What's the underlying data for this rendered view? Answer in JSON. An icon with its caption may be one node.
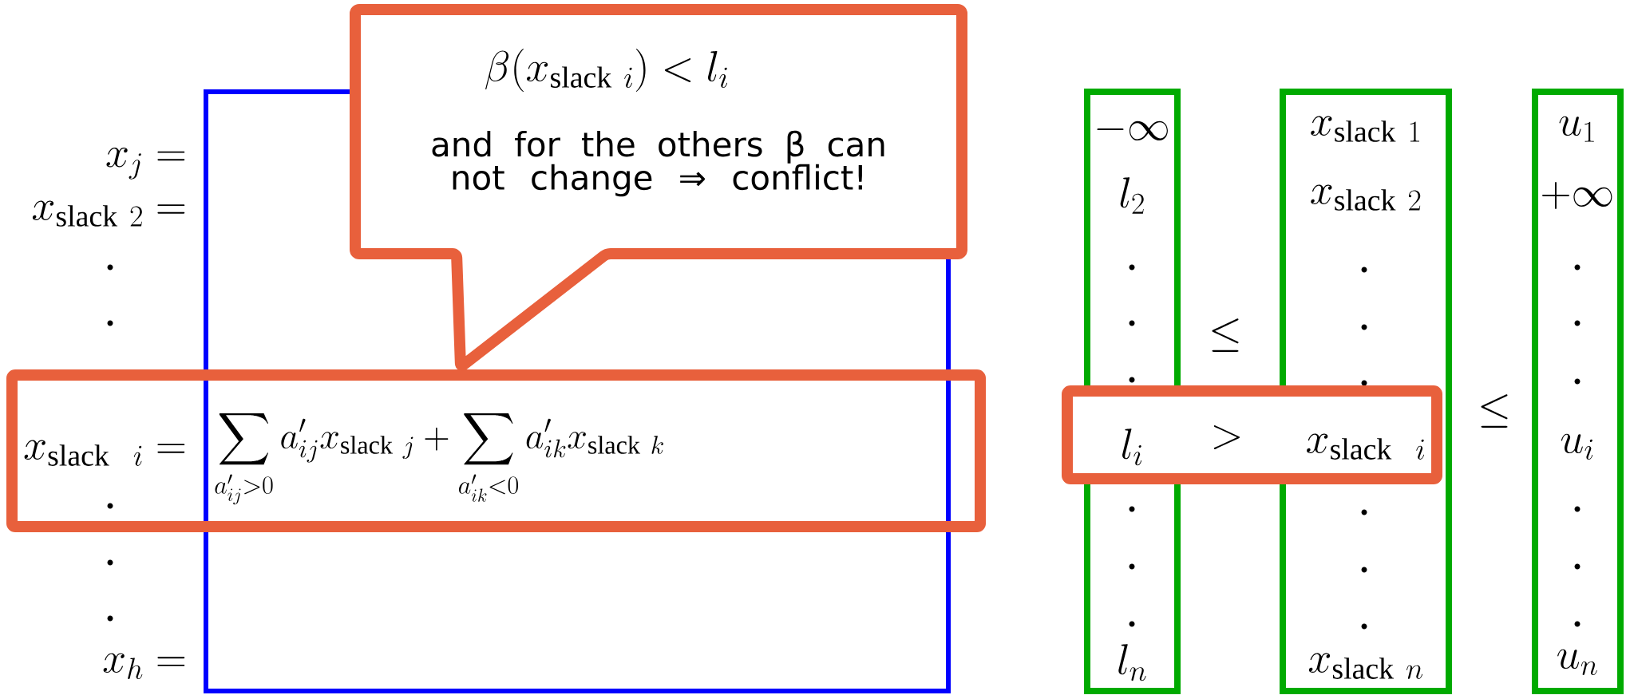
{
  "diagram": {
    "nodes": [
      {
        "text": [
          "\\beta(x_{\\mathrm{slack}\\ i}) < l_i",
          "and for the others β can not change ⇒ conflict!"
        ]
      },
      {
        "text": [],
        "shape": "box"
      },
      {
        "text": [
          "x_{\\mathrm{slack}\\ \\ i} =",
          "\\sum_{a'_{ij}>0} a'_{ij} x_{\\mathrm{slack}\\ j} + \\sum_{a'_{ik}<0} a'_{ik} x_{\\mathrm{slack}\\ k}"
        ]
      },
      {
        "text": [
          "-\\infty",
          "l_2",
          "l_n"
        ]
      },
      {
        "text": [
          "x_{\\mathrm{slack}\\ 1}",
          "x_{\\mathrm{slack}\\ 2}",
          "x_{\\mathrm{slack}\\ n}"
        ]
      },
      {
        "text": [
          "u_1",
          "+\\infty",
          "u_i",
          "u_n"
        ]
      },
      {
        "text": [
          "l_i",
          ">",
          "x_{\\mathrm{slack}\\ \\ i}"
        ]
      }
    ],
    "labels": [
      "x_j =",
      "x_{\\mathrm{slack}\\ 2} =",
      "x_h =",
      "\\leq",
      "\\leq"
    ]
  }
}
